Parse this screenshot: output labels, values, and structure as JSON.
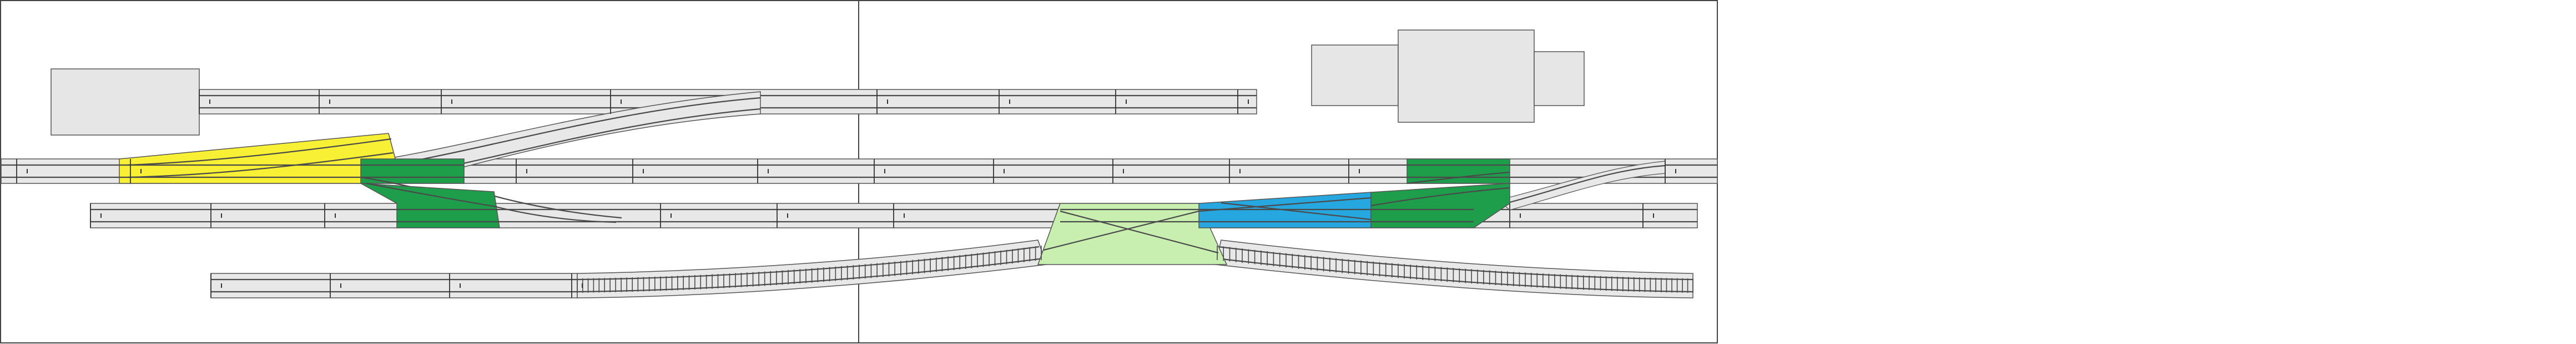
{
  "diagram": {
    "kind": "model railway track plan",
    "boards": 2,
    "colors": {
      "background": "#ffffff",
      "track_bed": "#e8e8e8",
      "rail": "#4a4a4a",
      "building": "#e6e6e6",
      "turnout_yellow": "#f7f034",
      "turnout_green": "#1e9e4a",
      "crossover_light_green": "#c8efb0",
      "crossover_blue": "#27a7df"
    },
    "tracks": [
      {
        "name": "siding-top"
      },
      {
        "name": "main-line-1"
      },
      {
        "name": "main-line-2"
      },
      {
        "name": "main-line-3"
      }
    ],
    "turnouts": [
      {
        "name": "turnout-yellow-left"
      },
      {
        "name": "turnout-green-left-upper"
      },
      {
        "name": "turnout-green-left-lower"
      },
      {
        "name": "crossover-light-green"
      },
      {
        "name": "crossover-blue"
      },
      {
        "name": "turnout-green-right-upper"
      },
      {
        "name": "turnout-green-right-lower"
      }
    ],
    "buildings": [
      {
        "name": "building-left"
      },
      {
        "name": "building-right-main"
      },
      {
        "name": "building-right-wing-left"
      },
      {
        "name": "building-right-wing-right"
      }
    ]
  }
}
